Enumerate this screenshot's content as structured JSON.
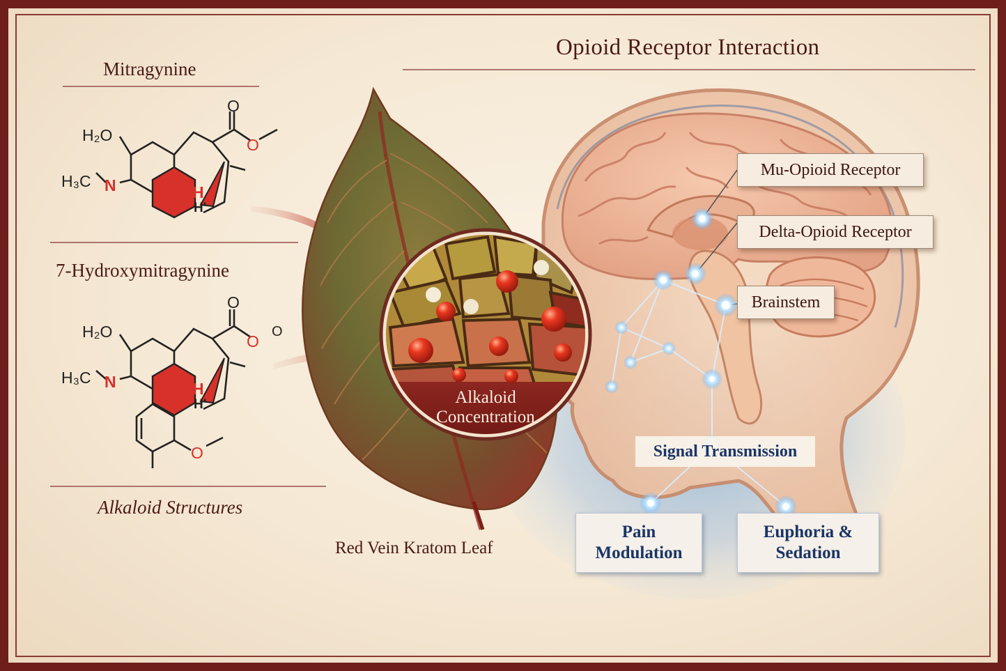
{
  "molecules": {
    "mitragynine": {
      "title": "Mitragynine",
      "atoms": {
        "ho": "H₂O",
        "me": "H₃C",
        "n": "N",
        "o_top": "O",
        "o_ester": "O",
        "h1": "H",
        "h2": "H'"
      }
    },
    "hydroxy": {
      "title": "7-Hydroxymitragynine",
      "atoms": {
        "ho": "H₂O",
        "me": "H₃C",
        "n": "N",
        "o_top": "O",
        "o_ester": "O",
        "o_end": "O",
        "h1": "H",
        "h2": "H'",
        "o_lower": "O"
      }
    },
    "caption": "Alkaloid Structures"
  },
  "leaf": {
    "caption": "Red Vein Kratom Leaf",
    "inset_line1": "Alkaloid",
    "inset_line2": "Concentration"
  },
  "brain": {
    "title": "Opioid Receptor Interaction",
    "callouts": {
      "mu": "Mu-Opioid Receptor",
      "delta": "Delta-Opioid Receptor",
      "brainstem": "Brainstem"
    },
    "signal": "Signal Transmission",
    "outputs": {
      "pain_line1": "Pain",
      "pain_line2": "Modulation",
      "euphoria_line1": "Euphoria &",
      "euphoria_line2": "Sedation"
    }
  },
  "colors": {
    "frame": "#6e1f1c",
    "accent_red": "#d7312a",
    "text_dark": "#4a1a16",
    "signal_blue": "#1b3566"
  }
}
